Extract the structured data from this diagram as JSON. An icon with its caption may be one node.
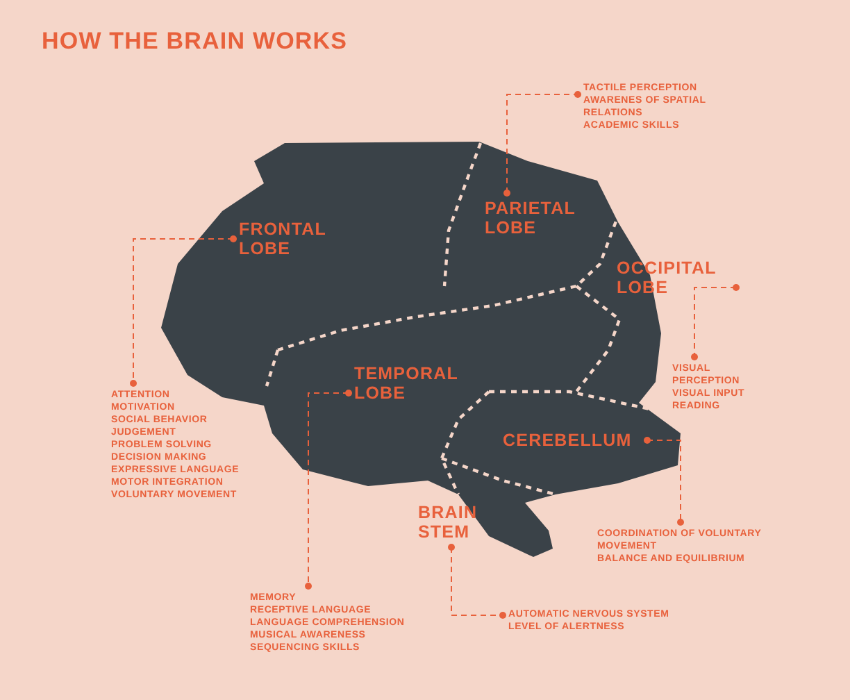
{
  "diagram": {
    "title": "HOW THE BRAIN WORKS",
    "nodes": [
      {
        "text": [
          "FRONTAL LOBE"
        ]
      },
      {
        "text": [
          "PARIETAL LOBE"
        ]
      },
      {
        "text": [
          "OCCIPITAL LOBE"
        ]
      },
      {
        "text": [
          "TEMPORAL LOBE"
        ]
      },
      {
        "text": [
          "CEREBELLUM"
        ]
      },
      {
        "text": [
          "BRAIN STEM"
        ]
      },
      {
        "text": [
          "ATTENTION",
          "MOTIVATION",
          "SOCIAL BEHAVIOR",
          "JUDGEMENT",
          "PROBLEM SOLVING",
          "DECISION MAKING",
          "EXPRESSIVE LANGUAGE",
          "MOTOR INTEGRATION",
          "VOLUNTARY MOVEMENT"
        ]
      },
      {
        "text": [
          "TACTILE PERCEPTION",
          "AWARENES OF SPATIAL RELATIONS",
          "ACADEMIC SKILLS"
        ]
      },
      {
        "text": [
          "VISUAL PERCEPTION",
          "VISUAL INPUT",
          "READING"
        ]
      },
      {
        "text": [
          "MEMORY",
          "RECEPTIVE LANGUAGE",
          "LANGUAGE COMPREHENSION",
          "MUSICAL AWARENESS",
          "SEQUENCING SKILLS"
        ]
      },
      {
        "text": [
          "COORDINATION OF VOLUNTARY MOVEMENT",
          "BALANCE AND EQUILIBRIUM"
        ]
      },
      {
        "text": [
          "AUTOMATIC NERVOUS SYSTEM",
          "LEVEL OF ALERTNESS"
        ]
      }
    ],
    "edges": [
      {
        "from": 0,
        "to": 6,
        "arrow": "other",
        "style": "dashed"
      },
      {
        "from": 1,
        "to": 7,
        "arrow": "other",
        "style": "dashed"
      },
      {
        "from": 2,
        "to": 8,
        "arrow": "other",
        "style": "dashed"
      },
      {
        "from": 3,
        "to": 9,
        "arrow": "other",
        "style": "dashed"
      },
      {
        "from": 4,
        "to": 10,
        "arrow": "other",
        "style": "dashed"
      },
      {
        "from": 5,
        "to": 11,
        "arrow": "other",
        "style": "dashed"
      }
    ]
  }
}
